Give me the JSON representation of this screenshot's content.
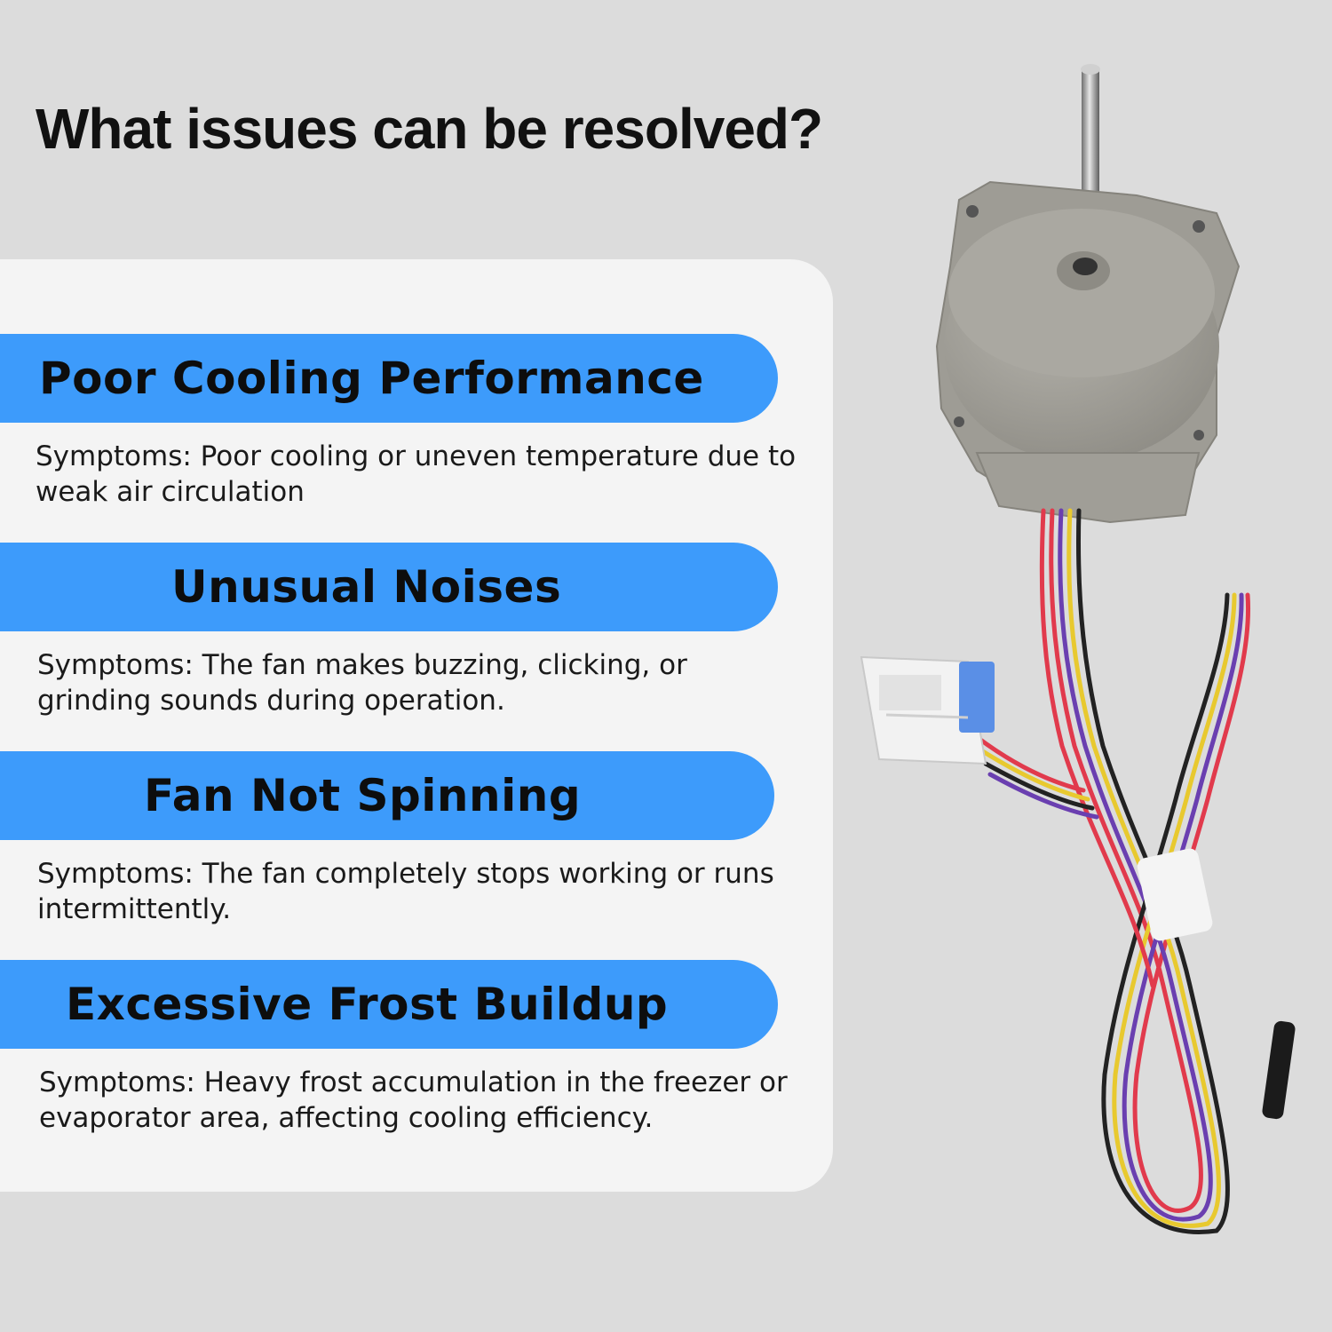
{
  "header": {
    "title": "What issues can be resolved?"
  },
  "issues": [
    {
      "title": "Poor Cooling Performance",
      "symptoms_label": "Symptoms",
      "description": ": Poor cooling or uneven temperature due to weak air circulation"
    },
    {
      "title": "Unusual Noises",
      "symptoms_label": "Symptoms",
      "description": ": The fan makes buzzing, clicking, or grinding sounds during operation."
    },
    {
      "title": "Fan Not Spinning",
      "symptoms_label": "Symptoms",
      "description": ": The fan completely stops working or runs intermittently."
    },
    {
      "title": "Excessive Frost Buildup",
      "symptoms_label": "Symptoms",
      "description": ": Heavy frost accumulation in the freezer or evaporator area, affecting cooling efficiency."
    }
  ],
  "colors": {
    "background": "#dcdcdc",
    "card": "#f4f4f4",
    "pill": "#3d9bfb",
    "motor": "#a6a49d"
  },
  "product": {
    "icon": "fan-motor-with-wire-harness"
  }
}
